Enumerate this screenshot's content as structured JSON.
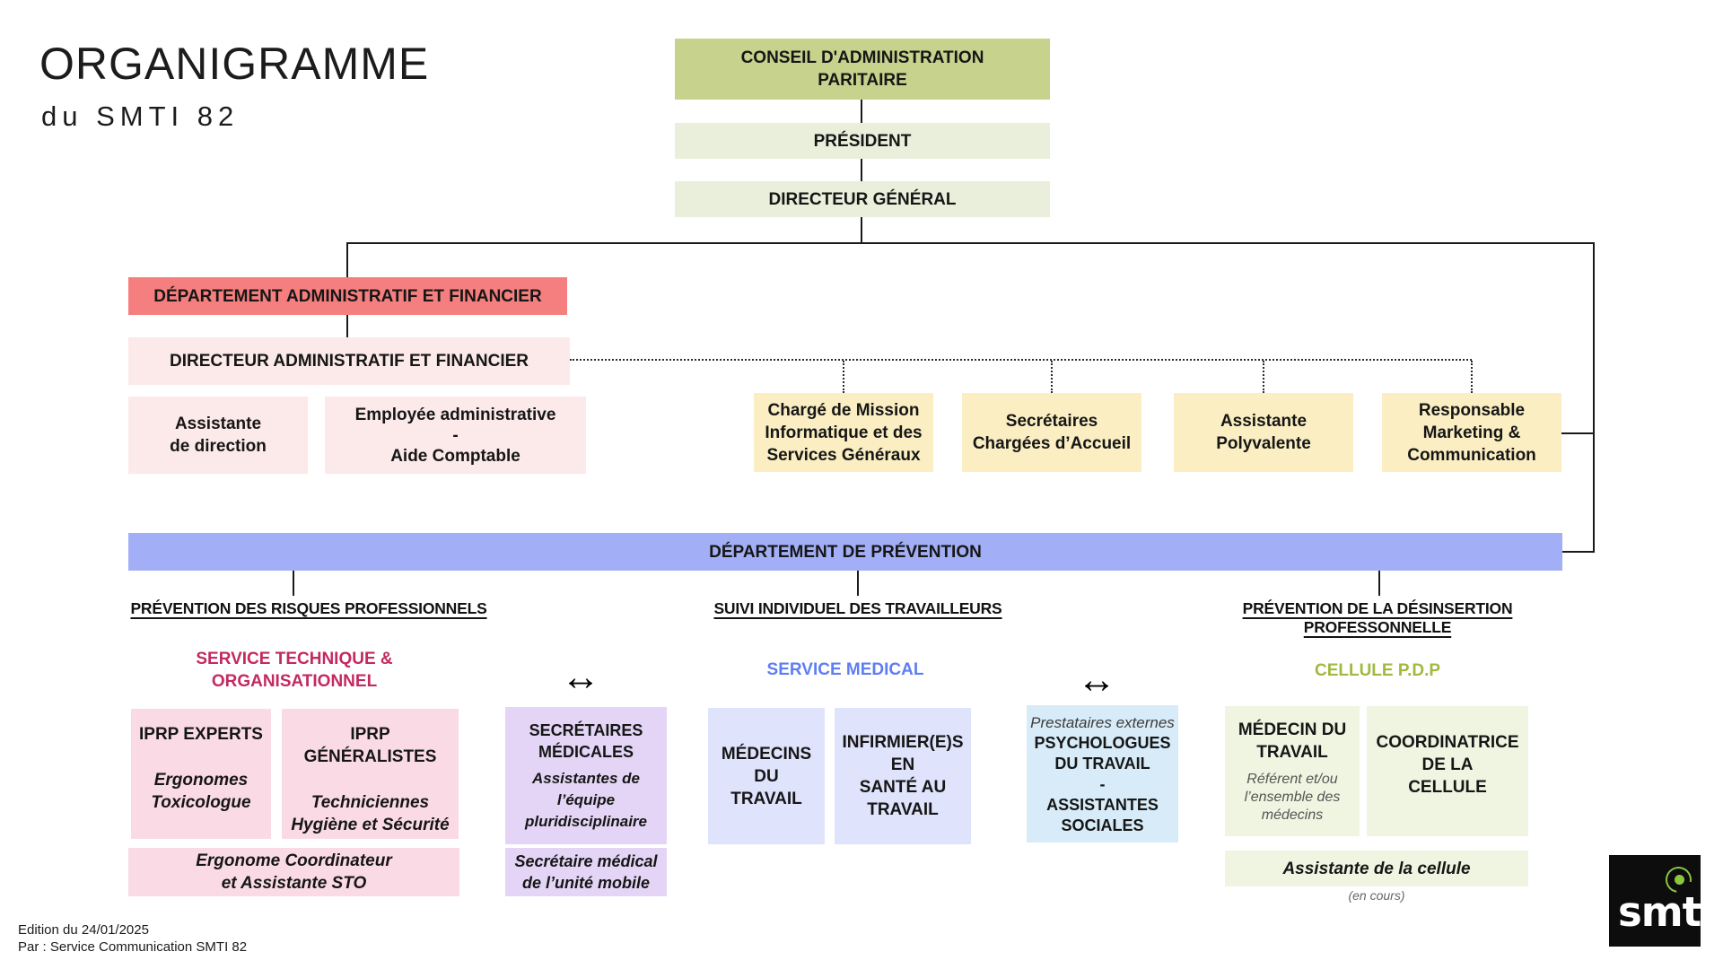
{
  "title": {
    "line1": "ORGANIGRAMME",
    "line2": "du SMTI 82"
  },
  "top": {
    "conseil": {
      "lines": [
        "CONSEIL D'ADMINISTRATION",
        "PARITAIRE"
      ]
    },
    "president": "PRÉSIDENT",
    "directeur_general": "DIRECTEUR GÉNÉRAL"
  },
  "admin": {
    "departement": "DÉPARTEMENT ADMINISTRATIF ET FINANCIER",
    "directeur": "DIRECTEUR ADMINISTRATIF ET FINANCIER",
    "assistante_direction": {
      "lines": [
        "Assistante",
        "de direction"
      ]
    },
    "employee_administrative": {
      "lines": [
        "Employée administrative",
        "-",
        "Aide Comptable"
      ]
    },
    "charge_mission": {
      "lines": [
        "Chargé de Mission",
        "Informatique et des",
        "Services Généraux"
      ]
    },
    "secretaires_accueil": {
      "lines": [
        "Secrétaires",
        "Chargées d’Accueil"
      ]
    },
    "assistante_polyvalente": {
      "lines": [
        "Assistante",
        "Polyvalente"
      ]
    },
    "responsable_marketing": {
      "lines": [
        "Responsable",
        "Marketing &",
        "Communication"
      ]
    }
  },
  "prevention": {
    "departement": "DÉPARTEMENT DE PRÉVENTION",
    "sections": {
      "risques": "PRÉVENTION DES RISQUES PROFESSIONNELS",
      "suivi": "SUIVI INDIVIDUEL DES TRAVAILLEURS",
      "desinsertion": "PRÉVENTION DE LA DÉSINSERTION PROFESSONNELLE"
    },
    "arrow": "↔",
    "sto": {
      "header": {
        "lines": [
          "SERVICE TECHNIQUE &",
          "ORGANISATIONNEL"
        ]
      },
      "iprp_experts": {
        "title": "IPRP EXPERTS",
        "subs": [
          "Ergonomes",
          "Toxicologue"
        ]
      },
      "iprp_generalistes": {
        "title": "IPRP GÉNÉRALISTES",
        "subs": [
          "Techniciennes",
          "Hygiène et Sécurité"
        ]
      },
      "coordinateur": {
        "lines": [
          "Ergonome Coordinateur",
          "et Assistante STO"
        ]
      }
    },
    "secretariat": {
      "medicales": {
        "lines": [
          "SECRÉTAIRES",
          "MÉDICALES"
        ],
        "subs": [
          "Assistantes de",
          "l’équipe",
          "pluridisciplinaire"
        ]
      },
      "unite_mobile": {
        "lines": [
          "Secrétaire médical",
          "de l’unité mobile"
        ]
      }
    },
    "medical": {
      "header": "SERVICE MEDICAL",
      "medecins": {
        "lines": [
          "MÉDECINS",
          "DU",
          "TRAVAIL"
        ]
      },
      "infirmiers": {
        "lines": [
          "INFIRMIER(E)S",
          "EN",
          "SANTÉ AU",
          "TRAVAIL"
        ]
      },
      "psychologues": {
        "note": "Prestataires externes",
        "lines": [
          "PSYCHOLOGUES",
          "DU TRAVAIL",
          "-",
          "ASSISTANTES",
          "SOCIALES"
        ]
      }
    },
    "pdp": {
      "header": "CELLULE P.D.P",
      "medecin": {
        "lines": [
          "MÉDECIN DU",
          "TRAVAIL"
        ],
        "subs": [
          "Référent et/ou",
          "l’ensemble des",
          "médecins"
        ]
      },
      "coordinatrice": {
        "lines": [
          "COORDINATRICE",
          "DE LA",
          "CELLULE"
        ]
      },
      "assistante_cellule": {
        "main": "Assistante de la cellule",
        "note": "(en cours)"
      }
    }
  },
  "footer": {
    "edition": "Edition du 24/01/2025",
    "par": "Par : Service Communication SMTI 82"
  },
  "logo": {
    "text": "smti"
  },
  "colors": {
    "conseil_green": "#c7d28c",
    "light_green": "#e9efdb",
    "dept_red": "#f57e7e",
    "light_pink": "#fce9e9",
    "yellow": "#faeec2",
    "prevention_blue": "#a2aff6",
    "pink": "#fadbe5",
    "purple": "#e4d5f6",
    "periwinkle": "#dfe3fb",
    "light_blue": "#d7ebf8",
    "cell_green": "#eff5e1",
    "magenta_text": "#c22a61",
    "blue_text": "#5f7ef2",
    "olive_text": "#a0b93e",
    "logo_green": "#8dc63f"
  }
}
